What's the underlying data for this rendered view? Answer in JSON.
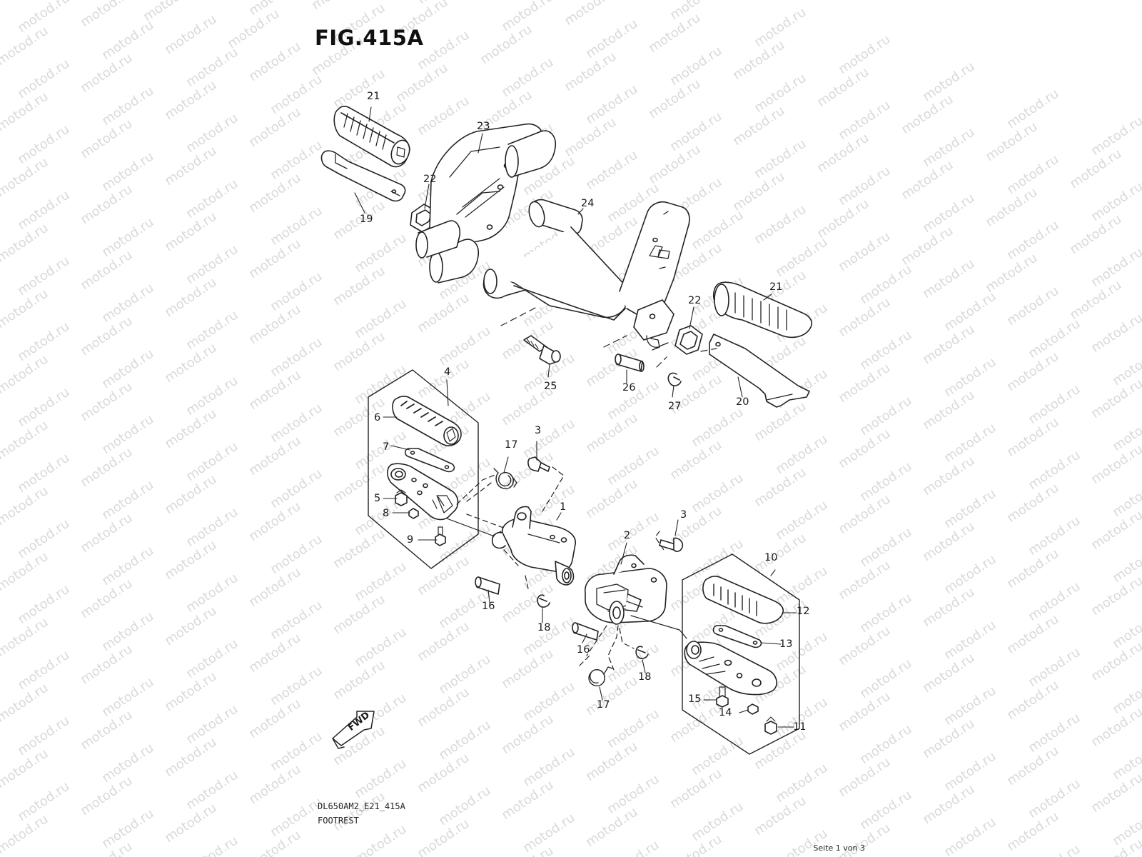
{
  "figure": {
    "title": "FIG.415A"
  },
  "watermark": {
    "text": "motod.ru"
  },
  "callouts": [
    {
      "id": "c21a",
      "text": "21"
    },
    {
      "id": "c23",
      "text": "23"
    },
    {
      "id": "c22a",
      "text": "22"
    },
    {
      "id": "c19",
      "text": "19"
    },
    {
      "id": "c24",
      "text": "24"
    },
    {
      "id": "c22b",
      "text": "22"
    },
    {
      "id": "c21b",
      "text": "21"
    },
    {
      "id": "c25",
      "text": "25"
    },
    {
      "id": "c26",
      "text": "26"
    },
    {
      "id": "c27",
      "text": "27"
    },
    {
      "id": "c20",
      "text": "20"
    },
    {
      "id": "c4",
      "text": "4"
    },
    {
      "id": "c6",
      "text": "6"
    },
    {
      "id": "c7",
      "text": "7"
    },
    {
      "id": "c5",
      "text": "5"
    },
    {
      "id": "c8",
      "text": "8"
    },
    {
      "id": "c9",
      "text": "9"
    },
    {
      "id": "c17a",
      "text": "17"
    },
    {
      "id": "c3a",
      "text": "3"
    },
    {
      "id": "c1",
      "text": "1"
    },
    {
      "id": "c3b",
      "text": "3"
    },
    {
      "id": "c2",
      "text": "2"
    },
    {
      "id": "c16a",
      "text": "16"
    },
    {
      "id": "c18a",
      "text": "18"
    },
    {
      "id": "c16b",
      "text": "16"
    },
    {
      "id": "c18b",
      "text": "18"
    },
    {
      "id": "c17b",
      "text": "17"
    },
    {
      "id": "c10",
      "text": "10"
    },
    {
      "id": "c12",
      "text": "12"
    },
    {
      "id": "c13",
      "text": "13"
    },
    {
      "id": "c15",
      "text": "15"
    },
    {
      "id": "c14",
      "text": "14"
    },
    {
      "id": "c11",
      "text": "11"
    }
  ],
  "direction_arrow": {
    "text": "FWD"
  },
  "footer": {
    "drawing_code": "DL650AM2_E21_415A",
    "section_name": "FOOTREST",
    "page": "Seite 1 von 3"
  }
}
